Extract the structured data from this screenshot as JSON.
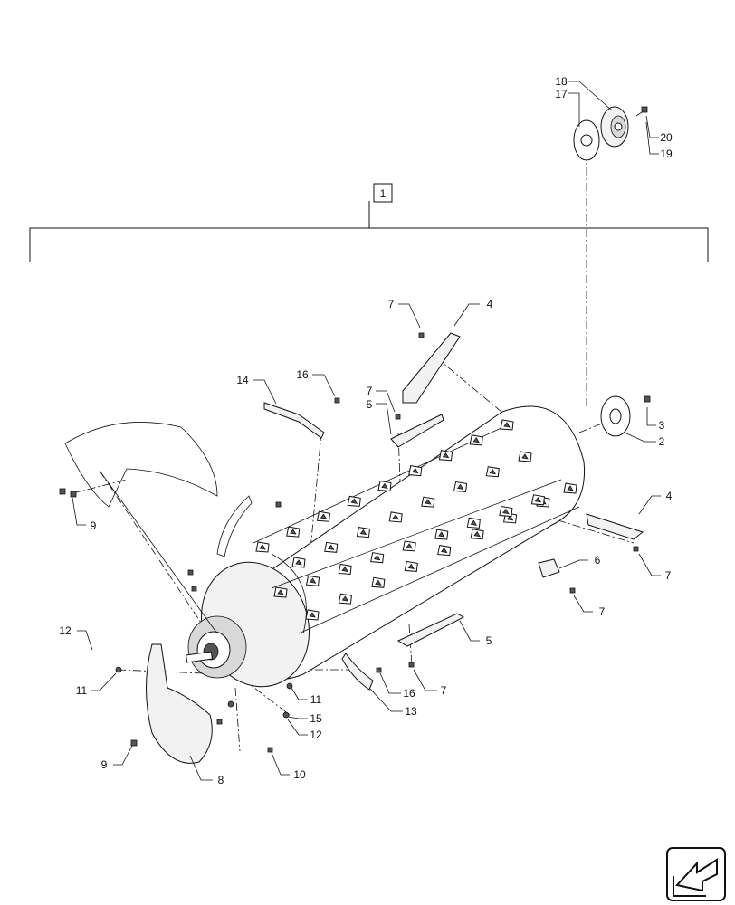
{
  "diagram": {
    "assembly_label": "1",
    "callouts": [
      {
        "id": "c18",
        "text": "18"
      },
      {
        "id": "c17",
        "text": "17"
      },
      {
        "id": "c20",
        "text": "20"
      },
      {
        "id": "c19",
        "text": "19"
      },
      {
        "id": "c7a",
        "text": "7"
      },
      {
        "id": "c4a",
        "text": "4"
      },
      {
        "id": "c14",
        "text": "14"
      },
      {
        "id": "c16a",
        "text": "16"
      },
      {
        "id": "c7b",
        "text": "7"
      },
      {
        "id": "c5a",
        "text": "5"
      },
      {
        "id": "c3",
        "text": "3"
      },
      {
        "id": "c2",
        "text": "2"
      },
      {
        "id": "c9a",
        "text": "9"
      },
      {
        "id": "c4b",
        "text": "4"
      },
      {
        "id": "c6",
        "text": "6"
      },
      {
        "id": "c7c",
        "text": "7"
      },
      {
        "id": "c7d",
        "text": "7"
      },
      {
        "id": "c12a",
        "text": "12"
      },
      {
        "id": "c11a",
        "text": "11"
      },
      {
        "id": "c5b",
        "text": "5"
      },
      {
        "id": "c7e",
        "text": "7"
      },
      {
        "id": "c16b",
        "text": "16"
      },
      {
        "id": "c11b",
        "text": "11"
      },
      {
        "id": "c15",
        "text": "15"
      },
      {
        "id": "c13",
        "text": "13"
      },
      {
        "id": "c12b",
        "text": "12"
      },
      {
        "id": "c9b",
        "text": "9"
      },
      {
        "id": "c10",
        "text": "10"
      },
      {
        "id": "c8",
        "text": "8"
      }
    ]
  },
  "nav": {
    "icon": "next-page-arrow-icon"
  }
}
